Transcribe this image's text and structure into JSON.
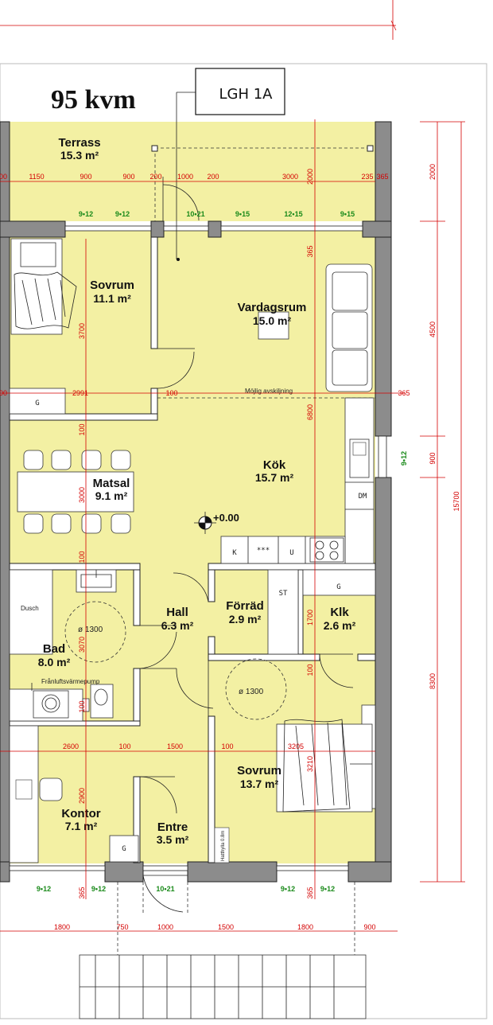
{
  "header": {
    "area_title": "95 kvm",
    "unit_label": "LGH 1A"
  },
  "rooms": [
    {
      "id": "terrass",
      "name": "Terrass",
      "area": "15.3 m²"
    },
    {
      "id": "sovrum-1",
      "name": "Sovrum",
      "area": "11.1 m²"
    },
    {
      "id": "vardagsrum",
      "name": "Vardagsrum",
      "area": "15.0 m²"
    },
    {
      "id": "kok",
      "name": "Kök",
      "area": "15.7 m²"
    },
    {
      "id": "matsal",
      "name": "Matsal",
      "area": "9.1 m²"
    },
    {
      "id": "hall",
      "name": "Hall",
      "area": "6.3 m²"
    },
    {
      "id": "forrad",
      "name": "Förräd",
      "area": "2.9 m²"
    },
    {
      "id": "klk",
      "name": "Klk",
      "area": "2.6 m²"
    },
    {
      "id": "bad",
      "name": "Bad",
      "area": "8.0 m²"
    },
    {
      "id": "sovrum-2",
      "name": "Sovrum",
      "area": "13.7 m²"
    },
    {
      "id": "kontor",
      "name": "Kontor",
      "area": "7.1 m²"
    },
    {
      "id": "entre",
      "name": "Entre",
      "area": "3.5 m²"
    }
  ],
  "labels": {
    "mojlig_avskiljning": "Möjlig avskiljning",
    "franluft": "Frånluftsvärmepump",
    "dusch": "Dusch",
    "hatthylla": "Hatthylla 0.8m",
    "level": "+0.00",
    "circle_1": "ø 1300",
    "circle_2": "ø 1300",
    "garderob": "G",
    "dm": "DM",
    "st": "ST",
    "k": "K",
    "u": "U",
    "stove": "***"
  },
  "dimensions": {
    "terrace_row": [
      "00",
      "1150",
      "900",
      "900",
      "200",
      "1000",
      "200",
      "3000",
      "235",
      "365"
    ],
    "mid_row": [
      "00",
      "2991",
      "100",
      "365"
    ],
    "hall_row": [
      "2600",
      "100",
      "1500",
      "100",
      "3205"
    ],
    "bottom_row": [
      "1800",
      "750",
      "1000",
      "1500",
      "1800",
      "900"
    ],
    "vertical": [
      "2000",
      "365",
      "3700",
      "6800",
      "100",
      "3000",
      "100",
      "3070",
      "1700",
      "100",
      "100",
      "2900",
      "3210",
      "365",
      "365"
    ],
    "right_column": [
      "2000",
      "4500",
      "900",
      "15700",
      "8300"
    ]
  },
  "windows": {
    "top": [
      "9•12",
      "9•12",
      "10•21",
      "9•15",
      "12•15",
      "9•15"
    ],
    "right": [
      "9•12"
    ],
    "bottom": [
      "9•12",
      "9•12",
      "10•21",
      "9•12",
      "9•12"
    ]
  }
}
